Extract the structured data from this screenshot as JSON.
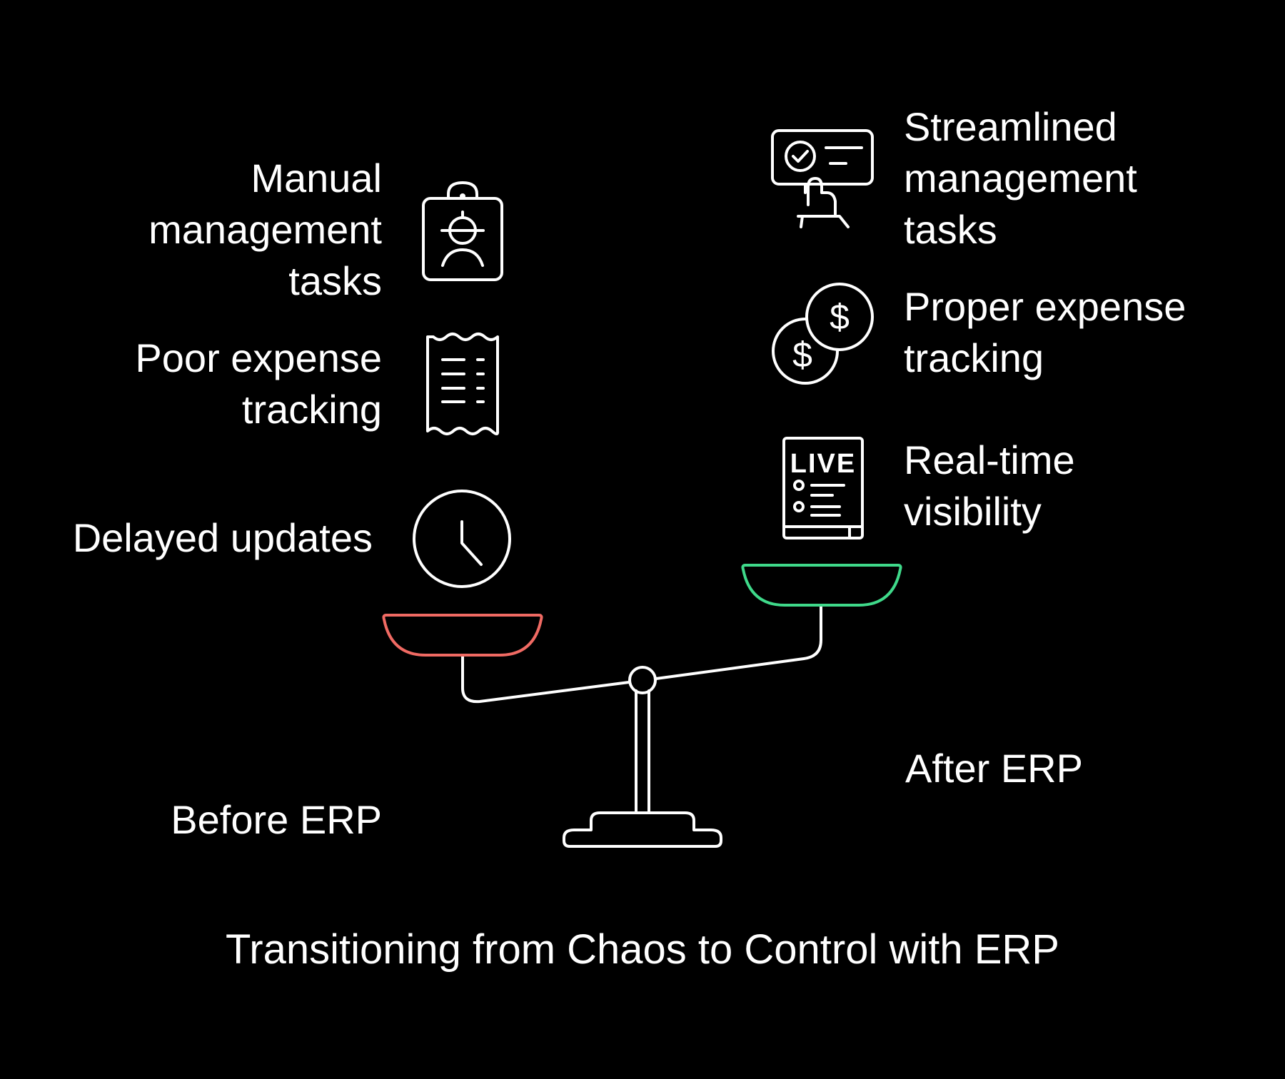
{
  "title": "Transitioning from Chaos to Control with ERP",
  "colors": {
    "background": "#000000",
    "foreground": "#ffffff",
    "before_pan": "#f06a63",
    "after_pan": "#3fd98a"
  },
  "before": {
    "label": "Before ERP",
    "items": [
      {
        "icon": "id-badge-icon",
        "lines": [
          "Manual",
          "management",
          "tasks"
        ]
      },
      {
        "icon": "receipt-icon",
        "lines": [
          "Poor expense",
          "tracking"
        ]
      },
      {
        "icon": "clock-icon",
        "lines": [
          "Delayed updates"
        ]
      }
    ]
  },
  "after": {
    "label": "After ERP",
    "items": [
      {
        "icon": "checklist-screen-icon",
        "lines": [
          "Streamlined",
          "management",
          "tasks"
        ]
      },
      {
        "icon": "dollar-coins-icon",
        "lines": [
          "Proper expense",
          "tracking"
        ]
      },
      {
        "icon": "live-report-icon",
        "lines": [
          "Real-time",
          "visibility"
        ],
        "icon_text": "LIVE"
      }
    ]
  }
}
